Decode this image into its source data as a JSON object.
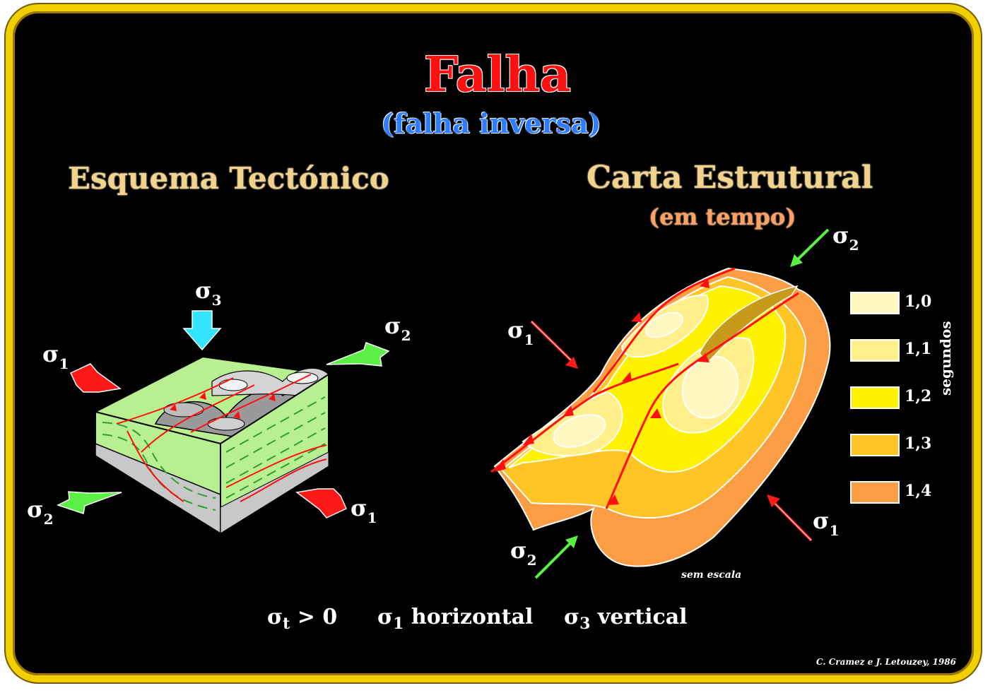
{
  "title": "Falha",
  "subtitle": "(falha inversa)",
  "left_heading": "Esquema Tectónico",
  "right_heading": "Carta Estrutural",
  "right_subheading": "(em tempo)",
  "stress_labels": {
    "sigma": "σ",
    "one": "1",
    "two": "2",
    "three": "3"
  },
  "legend": {
    "axis_label": "segundos",
    "items": [
      {
        "label": "1,0",
        "color": "#fff6c0"
      },
      {
        "label": "1,1",
        "color": "#ffef8a"
      },
      {
        "label": "1,2",
        "color": "#fff200"
      },
      {
        "label": "1,3",
        "color": "#ffc425"
      },
      {
        "label": "1,4",
        "color": "#fb9d44"
      }
    ]
  },
  "scale_note": "sem escala",
  "bottom": {
    "t1_pre": "σ",
    "t1_sub": "t",
    "t1_post": " > 0",
    "t2_pre": "σ",
    "t2_sub": "1",
    "t2_post": " horizontal",
    "t3_pre": "σ",
    "t3_sub": "3",
    "t3_post": " vertical"
  },
  "credit": "C. Cramez e J. Letouzey, 1986",
  "colors": {
    "frame": "#f0d000",
    "arrow_red": "#ff1a1a",
    "arrow_green": "#5cf046",
    "arrow_cyan": "#33e4ff",
    "fault": "#ff1010"
  }
}
